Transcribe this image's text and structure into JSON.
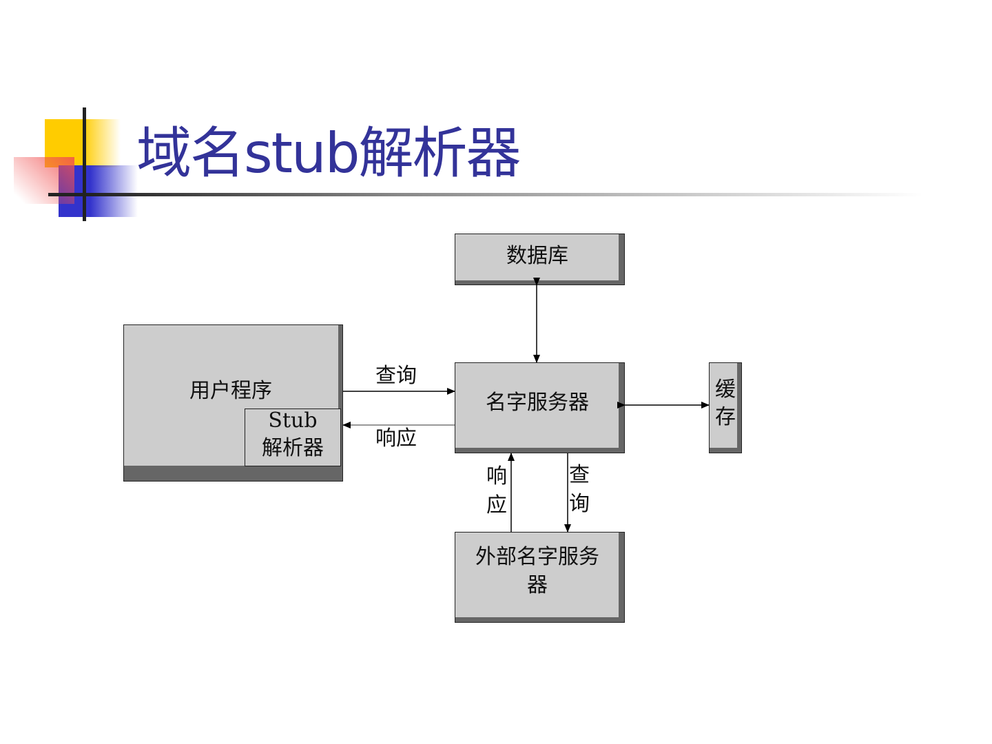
{
  "slide": {
    "title": "域名stub解析器"
  },
  "diagram": {
    "user_program": "用户程序",
    "stub_resolver": {
      "line1": "Stub",
      "line2": "解析器"
    },
    "database": "数据库",
    "name_server": "名字服务器",
    "cache": {
      "line1": "缓",
      "line2": "存"
    },
    "external_name_server": {
      "line1": "外部名字服务",
      "line2": "器"
    },
    "edge_query": "查询",
    "edge_response": "响应",
    "edge_ext_response": {
      "line1": "响",
      "line2": "应"
    },
    "edge_ext_query": {
      "line1": "查",
      "line2": "询"
    }
  },
  "colors": {
    "title": "#333399",
    "box_fill": "#cdcdcd",
    "box_shadow": "#666666"
  }
}
